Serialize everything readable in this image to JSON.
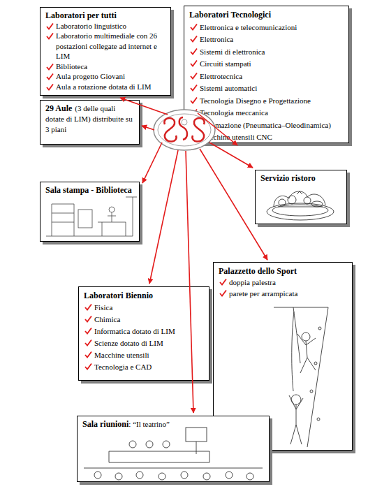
{
  "diagram": {
    "nodes": [
      {
        "text": [
          "Laboratori per tutti",
          "Laboratorio linguistico",
          "Laboratorio multimediale con 26 postazioni collegate ad internet e LIM",
          "Biblioteca",
          "Aula progetto Giovani",
          "Aula a rotazione dotata di LIM"
        ]
      },
      {
        "text": [
          "Laboratori Tecnologici",
          "Elettronica e telecomunicazioni",
          "Elettronica",
          "Sistemi di elettronica",
          "Circuiti stampati",
          "Elettrotecnica",
          "Sistemi automatici",
          "Tecnologia Disegno e Progettazione",
          "Tecnologia meccanica",
          "Automazione (Pneumatica–Oleodinamica)",
          "Macchine utensili CNC"
        ]
      },
      {
        "text": [
          "29 Aule",
          "(3 delle quali dotate di LIM) distribuite su 3 piani"
        ]
      },
      {
        "text": [
          "Servizio ristoro"
        ]
      },
      {
        "text": [
          "Sala stampa - Biblioteca"
        ]
      },
      {
        "text": [
          "Palazzetto dello Sport",
          "doppia palestra",
          "parete per arrampicata"
        ]
      },
      {
        "text": [
          "Laboratori Biennio",
          "Fisica",
          "Chimica",
          "Informatica dotato di LIM",
          "Scienze dotato di LIM",
          "Macchine utensili",
          "Tecnologia e CAD"
        ]
      },
      {
        "text": [
          "Sala riunioni",
          ": “Il teatrino”"
        ]
      }
    ]
  }
}
